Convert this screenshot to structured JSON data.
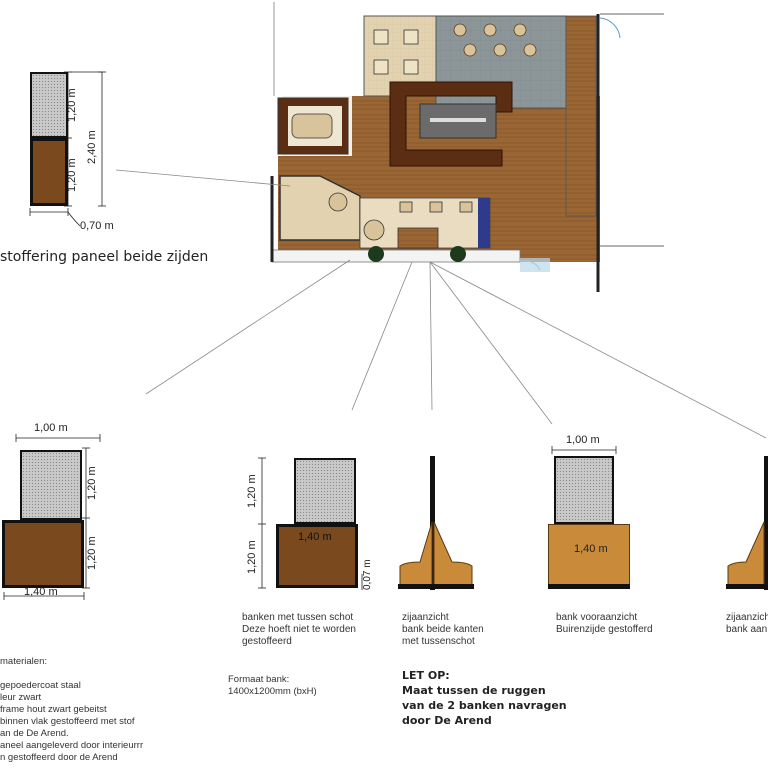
{
  "panel": {
    "dim_height_top": "1,20 m",
    "dim_height_bottom": "1,20 m",
    "dim_height_total": "2,40 m",
    "dim_width": "0,70 m",
    "caption": "stoffering paneel beide zijden"
  },
  "bench_left": {
    "dim_width_top": "1,00 m",
    "dim_height_top": "1,20 m",
    "dim_height_bottom": "1,20 m",
    "dim_width_bottom": "1,40 m"
  },
  "bench_center": {
    "dim_height_top": "1,20 m",
    "dim_height_bottom": "1,20 m",
    "dim_width_inner": "1,40 m",
    "dim_foot": "0,07 m",
    "caption_lines": [
      "banken met tussen schot",
      "Deze hoeft niet te worden",
      "gestoffeerd"
    ]
  },
  "side_view_1": {
    "caption_lines": [
      "zijaanzicht",
      "bank beide kanten",
      "met tussenschot"
    ]
  },
  "front_view": {
    "dim_width_top": "1,00 m",
    "dim_width_inner": "1,40 m",
    "caption_lines": [
      "bank vooraanzicht",
      "Buirenzijde gestofferd"
    ]
  },
  "side_view_2": {
    "caption_lines": [
      "zijaanzicht",
      "bank aan"
    ]
  },
  "materials": {
    "title": "materialen:",
    "lines": [
      "gepoedercoat staal",
      "leur zwart",
      "frame hout zwart gebeitst",
      "binnen vlak gestoffeerd met stof",
      "an de De Arend.",
      "aneel aangeleverd door interieurrr",
      "n gestoffeerd door de Arend"
    ]
  },
  "format": {
    "lines": [
      "Formaat bank:",
      "1400x1200mm (bxH)"
    ]
  },
  "let_op": {
    "lines": [
      "LET OP:",
      "Maat tussen de ruggen",
      "van de 2 banken navragen",
      "door De Arend"
    ]
  },
  "colors": {
    "wood": "#8a5a2b",
    "dark_wood": "#5b2e14",
    "upholstery": "#c9c9c9",
    "frame": "#111111",
    "floor_grey": "#8c9698"
  }
}
